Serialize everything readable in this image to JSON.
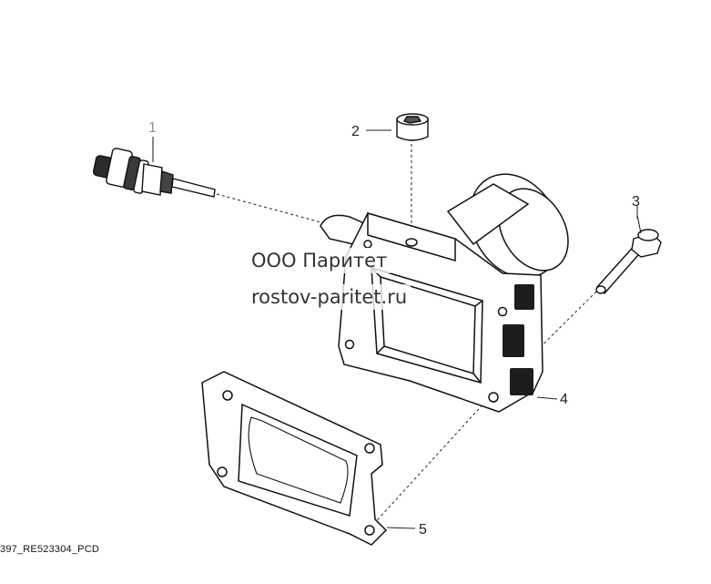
{
  "callouts": [
    {
      "id": "1",
      "part": "sensor"
    },
    {
      "id": "2",
      "part": "plug"
    },
    {
      "id": "3",
      "part": "bolt"
    },
    {
      "id": "4",
      "part": "housing"
    },
    {
      "id": "5",
      "part": "gasket"
    }
  ],
  "watermark": {
    "line1": "ООО Паритет",
    "line2": "rostov-paritet.ru"
  },
  "caption": "397_RE523304_PCD"
}
